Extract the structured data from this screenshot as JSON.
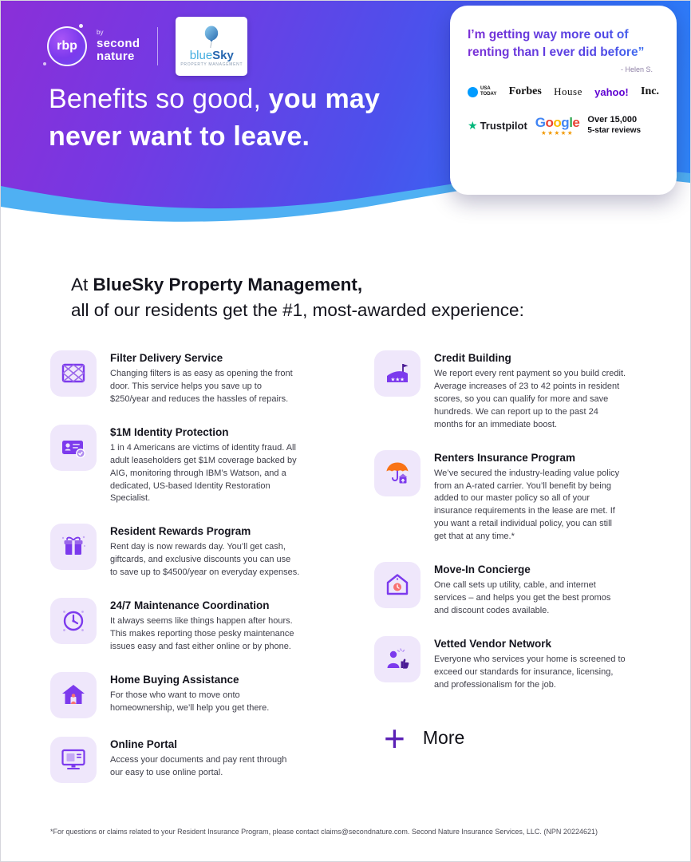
{
  "header": {
    "rbp_logo": "rbp",
    "by_label": "by",
    "second_nature_line1": "second",
    "second_nature_line2": "nature",
    "bluesky_part1": "blue",
    "bluesky_part2": "Sky",
    "bluesky_subtitle": "PROPERTY MANAGEMENT",
    "headline_regular": "Benefits so good, ",
    "headline_bold": "you may never want to leave.",
    "card": {
      "quote": "I’m getting way more out of renting than I ever did before”",
      "attribution": "- Helen S.",
      "press_usa_1": "USA",
      "press_usa_2": "TODAY",
      "press_forbes": "Forbes",
      "press_house": "House",
      "press_yahoo": "yahoo!",
      "press_inc": "Inc.",
      "trustpilot_star": "★",
      "trustpilot": "Trustpilot",
      "google": "Google",
      "google_colors": [
        "#4285F4",
        "#EA4335",
        "#FBBC05",
        "#4285F4",
        "#34A853",
        "#EA4335"
      ],
      "google_stars": "★★★★★",
      "reviews_line1": "Over 15,000",
      "reviews_line2": "5-star reviews"
    }
  },
  "main": {
    "heading_line1_regular": "At ",
    "heading_line1_bold": "BlueSky Property Management,",
    "heading_line2": "all of our residents get the #1, most-awarded experience:",
    "benefits_left": [
      {
        "icon": "filter-icon",
        "title": "Filter Delivery Service",
        "desc": "Changing filters is as easy as opening the front door. This service helps you save up to $250/year and reduces the hassles of repairs."
      },
      {
        "icon": "id-card-icon",
        "title": "$1M Identity Protection",
        "desc": "1 in 4 Americans are victims of identity fraud. All adult leaseholders get $1M coverage backed by AIG, monitoring through IBM’s Watson, and a dedicated, US-based Identity Restoration Specialist."
      },
      {
        "icon": "gift-icon",
        "title": "Resident Rewards Program",
        "desc": "Rent day is now rewards day. You’ll get cash, giftcards, and exclusive discounts you can use to save up to $4500/year on everyday expenses."
      },
      {
        "icon": "clock-icon",
        "title": "24/7 Maintenance Coordination",
        "desc": "It always seems like things happen after hours. This makes reporting those pesky maintenance issues easy and fast either online or by phone."
      },
      {
        "icon": "house-person-icon",
        "title": "Home Buying Assistance",
        "desc": "For those who want to move onto homeownership, we’ll help you get there."
      },
      {
        "icon": "monitor-icon",
        "title": "Online Portal",
        "desc": "Access your documents and pay rent through our easy to use online portal."
      }
    ],
    "benefits_right": [
      {
        "icon": "credit-podium-icon",
        "title": "Credit Building",
        "desc": "We report every rent payment so you build credit. Average increases of 23 to 42 points in resident scores, so you can qualify for more and save hundreds. We can report up to the past 24 months for an immediate boost."
      },
      {
        "icon": "umbrella-icon",
        "title": "Renters Insurance Program",
        "desc": "We’ve secured the industry-leading value policy from an A-rated carrier. You’ll benefit by being added to our master policy so all of your insurance requirements in the lease are met. If you want a retail individual policy, you can still get that at any time.*"
      },
      {
        "icon": "house-clock-icon",
        "title": "Move-In Concierge",
        "desc": "One call sets up utility, cable, and internet services – and helps you get the best promos and discount codes available."
      },
      {
        "icon": "thumbs-up-icon",
        "title": "Vetted Vendor Network",
        "desc": "Everyone who services your home is screened to exceed our standards for insurance, licensing, and professionalism for the job."
      }
    ],
    "more_plus": "+",
    "more_label": "More"
  },
  "footer": {
    "disclaimer": "*For questions or claims related to your Resident Insurance Program, please contact claims@secondnature.com. Second Nature Insurance Services, LLC. (NPN 20224621)"
  },
  "colors": {
    "accent_purple": "#7C3AED",
    "icon_bg": "#EFE7FB",
    "gradient_start": "#8B2FD8",
    "gradient_end": "#318BF9",
    "trustpilot_green": "#00B67A",
    "yahoo_purple": "#5F01D1",
    "star_orange": "#F29900"
  }
}
